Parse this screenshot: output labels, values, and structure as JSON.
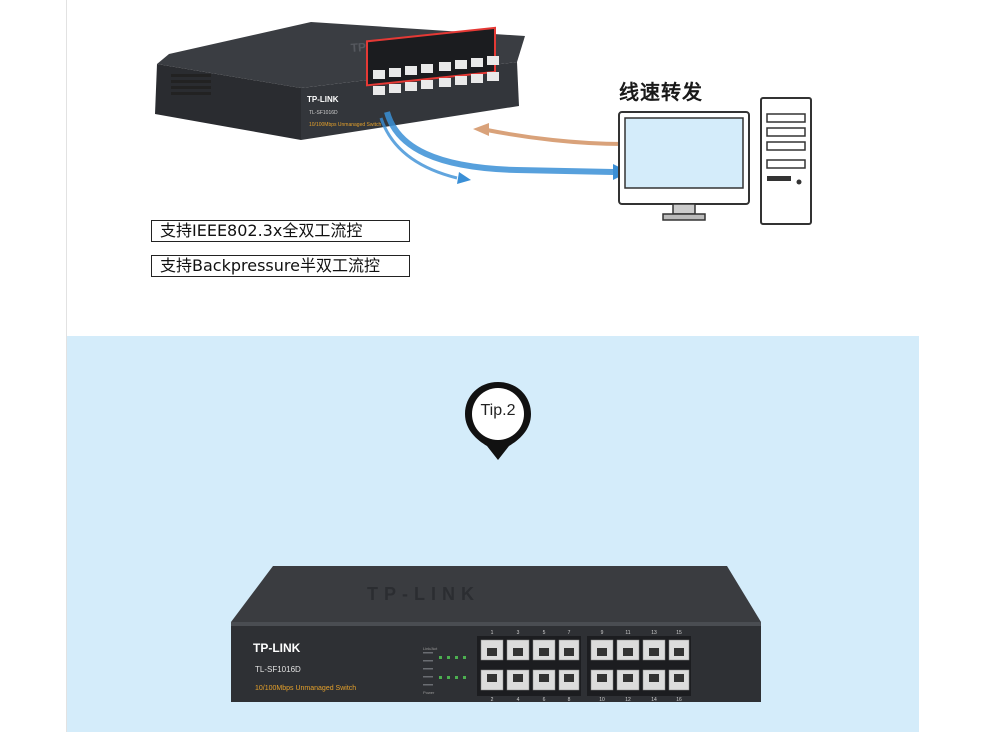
{
  "feature": {
    "title": "线速转发",
    "items": [
      "支持IEEE802.3x全双工流控",
      "支持Backpressure半双工流控"
    ]
  },
  "tip": {
    "label": "Tip.2"
  },
  "switch_small": {
    "brand": "TP-LINK",
    "model": "TL-SF1016D",
    "subtitle": "10/100Mbps Unmanaged Switch"
  },
  "switch_large": {
    "brand": "TP-LINK",
    "model": "TL-SF1016D",
    "subtitle": "10/100Mbps Unmanaged Switch",
    "port_numbers_top": [
      "1",
      "3",
      "5",
      "7",
      "9",
      "11",
      "13",
      "15"
    ],
    "port_numbers_bottom": [
      "2",
      "4",
      "6",
      "8",
      "10",
      "12",
      "14",
      "16"
    ],
    "led_labels": [
      "Link/Act",
      "Power"
    ]
  },
  "colors": {
    "tip_bg": "#d4ecfa",
    "arrow_blue": "#3a8fd6",
    "arrow_orange": "#d9a27a",
    "port_highlight": "#e53935",
    "subtitle_orange": "#e4a02b"
  }
}
